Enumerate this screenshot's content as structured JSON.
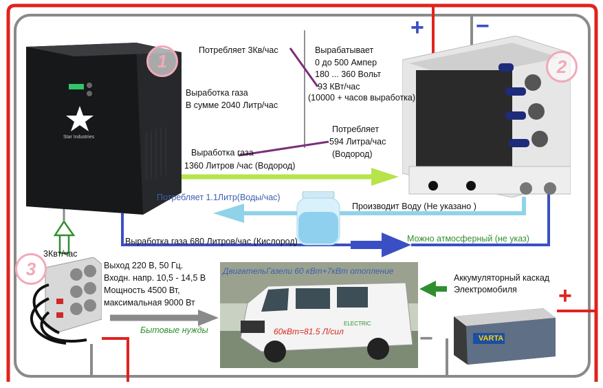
{
  "badges": {
    "b1": "1",
    "b2": "2",
    "b3": "3"
  },
  "signs": {
    "plus_top": "+",
    "minus_top": "−",
    "plus_right": "+",
    "minus_right": "−"
  },
  "generator": {
    "consumes": "Потребляет 3Кв/час",
    "gas_total_line1": "Выработка газа",
    "gas_total_line2": "В сумме 2040 Литр/час",
    "h2_line1": "Выработка газа",
    "h2_line2": "1360 Литров /час (Водород)",
    "water_consume": "Потребляет 1.1Литр(Воды/час)",
    "o2_line": "Выработка газа 680 Литров/час (Кислород)",
    "logo_text": "Star Industries"
  },
  "fuel_cell": {
    "produces_line1": "Вырабатывает",
    "produces_line2": "0 до 500 Ампер",
    "produces_line3": "180 ... 360 Вольт",
    "produces_line4": "93 КВт/час",
    "produces_line5": "(10000 + часов выработка)",
    "consumes_line1": "Потребляет",
    "consumes_line2": "594 Литра/час",
    "consumes_line3": "(Водород)",
    "water_out": "Производит Воду (Не указано )",
    "atmospheric": "Можно атмосферный (не указ)"
  },
  "inverter": {
    "input_kw": "3Квт/час",
    "spec_line1": "Выход 220 В, 50 Гц.",
    "spec_line2": "Входн. напр. 10,5 - 14,5 В",
    "spec_line3": "Мощность 4500 Вт,",
    "spec_line4": "максимальная 9000 Вт",
    "household": "Бытовые нужды"
  },
  "van": {
    "caption": "ДвигательГазели 60 кВт+7кВт отопление",
    "rate": "60кВт=81.5 Л/сил",
    "side_text": "ELECTRIC"
  },
  "battery": {
    "label_line1": "Аккумуляторный каскад",
    "label_line2": "Электромобиля",
    "brand": "VARTA"
  },
  "colors": {
    "red_wire": "#e0231d",
    "grey_wire": "#8a8a8a",
    "blue_flow": "#3b4fc4",
    "light_blue_flow": "#8fd3ea",
    "green_flow": "#b6e44a",
    "dark_green": "#2f8f2f"
  }
}
